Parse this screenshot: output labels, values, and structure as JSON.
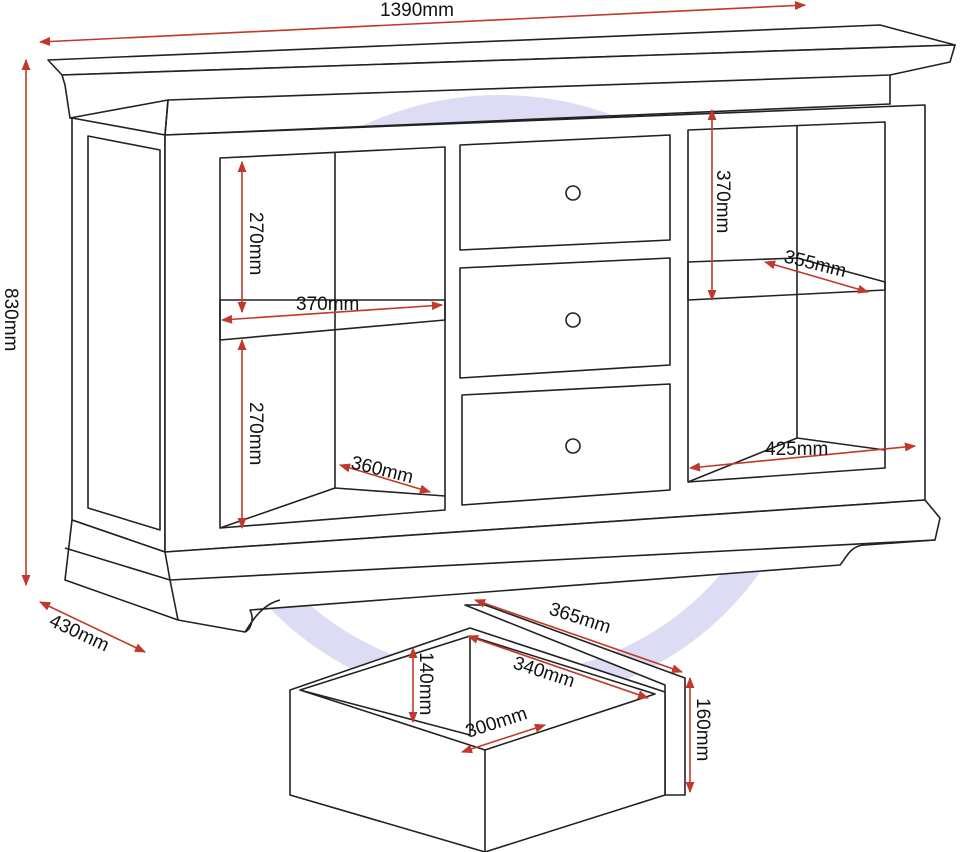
{
  "colors": {
    "dimension": "#c0392b",
    "outline": "#222222",
    "watermark": "#dcdcf5"
  },
  "dimensions": {
    "overall_width": "1390mm",
    "overall_height": "830mm",
    "overall_depth": "430mm",
    "left_upper_height": "270mm",
    "left_lower_height": "270mm",
    "left_shelf_width": "370mm",
    "left_shelf_depth": "360mm",
    "right_upper_height": "370mm",
    "right_shelf_depth": "355mm",
    "right_lower_width": "425mm",
    "drawer_depth_outer": "365mm",
    "drawer_depth_inner": "340mm",
    "drawer_inner_height": "140mm",
    "drawer_inner_width": "300mm",
    "drawer_front_height": "160mm"
  }
}
